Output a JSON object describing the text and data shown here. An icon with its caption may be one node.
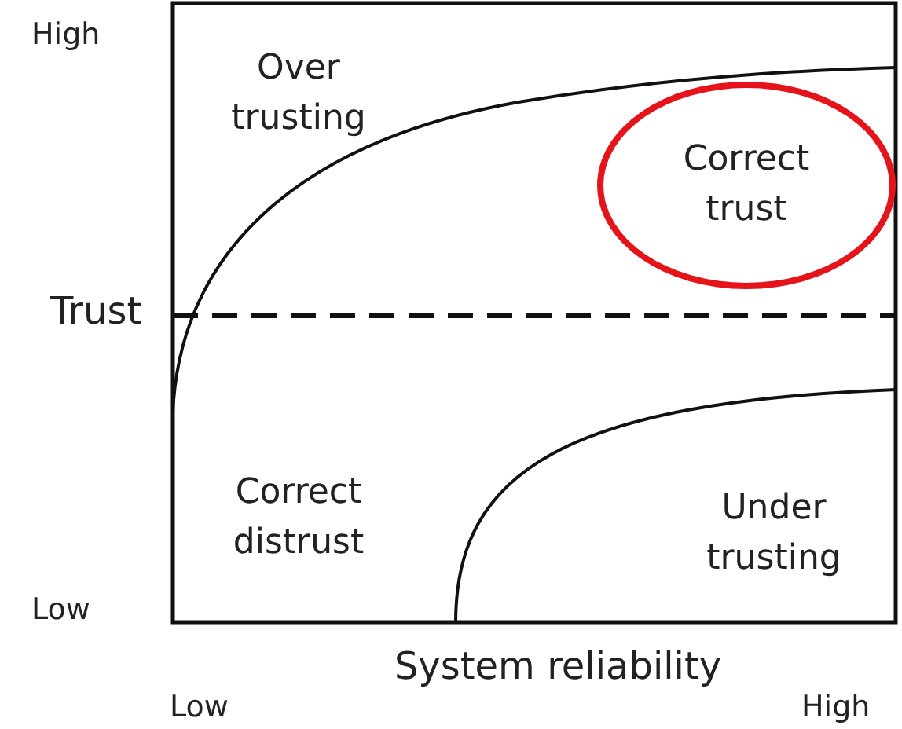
{
  "diagram": {
    "nodes": [
      {
        "text": [
          "Correct trust"
        ]
      }
    ],
    "labels": [
      "High",
      "Over trusting",
      "Trust",
      "Correct distrust",
      "Under trusting",
      "Low",
      "System reliability",
      "Low",
      "High"
    ]
  }
}
